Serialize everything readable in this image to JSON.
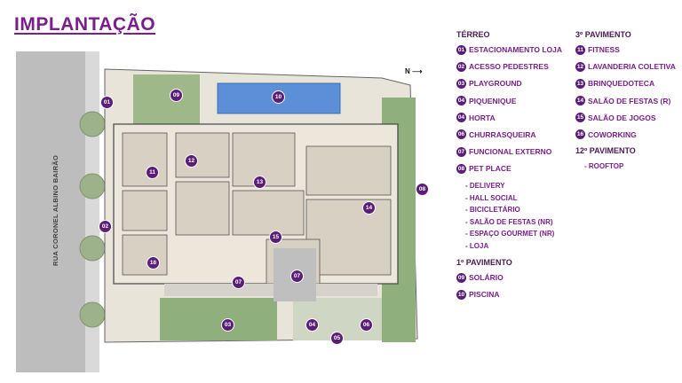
{
  "title": "IMPLANTAÇÃO",
  "street": "RUA CORONEL ALBINO BAIRÃO",
  "north_label": "N",
  "legend": {
    "terreo_title": "TÉRREO",
    "terreo": [
      {
        "num": "01",
        "label": "ESTACIONAMENTO LOJA"
      },
      {
        "num": "02",
        "label": "ACESSO PEDESTRES"
      },
      {
        "num": "03",
        "label": "PLAYGROUND"
      },
      {
        "num": "04",
        "label": "PIQUENIQUE"
      },
      {
        "num": "04",
        "label": "HORTA"
      },
      {
        "num": "06",
        "label": "CHURRASQUEIRA"
      },
      {
        "num": "07",
        "label": "FUNCIONAL EXTERNO"
      },
      {
        "num": "08",
        "label": "PET PLACE"
      }
    ],
    "terreo_sub": [
      "- DELIVERY",
      "- HALL SOCIAL",
      "- BICICLETÁRIO",
      "- SALÃO DE FESTAS (NR)",
      "- ESPAÇO GOURMET (NR)",
      "- LOJA"
    ],
    "p1_title": "1º PAVIMENTO",
    "p1": [
      {
        "num": "09",
        "label": "SOLÁRIO"
      },
      {
        "num": "10",
        "label": "PISCINA"
      }
    ],
    "p3_title": "3º PAVIMENTO",
    "p3": [
      {
        "num": "11",
        "label": "FITNESS"
      },
      {
        "num": "12",
        "label": "LAVANDERIA COLETIVA"
      },
      {
        "num": "13",
        "label": "BRINQUEDOTECA"
      },
      {
        "num": "14",
        "label": "SALÃO DE FESTAS (R)"
      },
      {
        "num": "15",
        "label": "SALÃO DE JOGOS"
      },
      {
        "num": "16",
        "label": "COWORKING"
      }
    ],
    "p12_title": "12º PAVIMENTO",
    "p12_sub": [
      "- ROOFTOP"
    ]
  },
  "pins": [
    "01",
    "02",
    "09",
    "10",
    "11",
    "12",
    "13",
    "14",
    "15",
    "16",
    "07",
    "07",
    "08",
    "03",
    "04",
    "05",
    "06"
  ],
  "colors": {
    "accent": "#7a1f8a",
    "badge": "#5b1e78",
    "grass": "#8fb07c",
    "pool": "#5b8fd8",
    "floor": "#ece6db"
  }
}
